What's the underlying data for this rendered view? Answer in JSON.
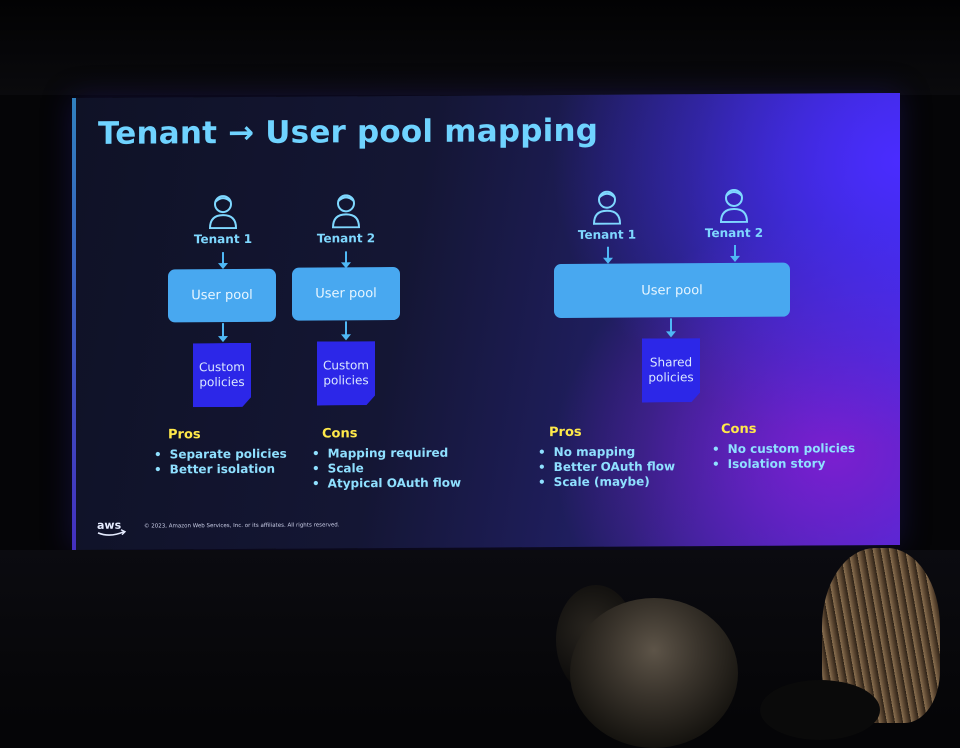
{
  "slide": {
    "title": "Tenant → User pool mapping",
    "left_diagram": {
      "tenant1_label": "Tenant 1",
      "tenant2_label": "Tenant 2",
      "pool1_label": "User pool",
      "pool2_label": "User pool",
      "doc1_label": "Custom policies",
      "doc2_label": "Custom policies",
      "pros_heading": "Pros",
      "pros": [
        "Separate policies",
        "Better isolation"
      ],
      "cons_heading": "Cons",
      "cons": [
        "Mapping required",
        "Scale",
        "Atypical OAuth flow"
      ]
    },
    "right_diagram": {
      "tenant1_label": "Tenant 1",
      "tenant2_label": "Tenant 2",
      "pool_label": "User pool",
      "doc_label": "Shared policies",
      "pros_heading": "Pros",
      "pros": [
        "No mapping",
        "Better OAuth flow",
        "Scale (maybe)"
      ],
      "cons_heading": "Cons",
      "cons": [
        "No custom policies",
        "Isolation story"
      ]
    },
    "logo_text": "aws",
    "copyright": "© 2023, Amazon Web Services, Inc. or its affiliates. All rights reserved.",
    "colors": {
      "title": "#6fd3ff",
      "pool_box": "#48a8f0",
      "doc_box": "#2c27e8",
      "heading_yellow": "#ffe94a",
      "bullet_text": "#8fe0ff"
    },
    "icons": [
      "person-icon",
      "arrow-down-icon",
      "aws-logo-icon"
    ]
  }
}
